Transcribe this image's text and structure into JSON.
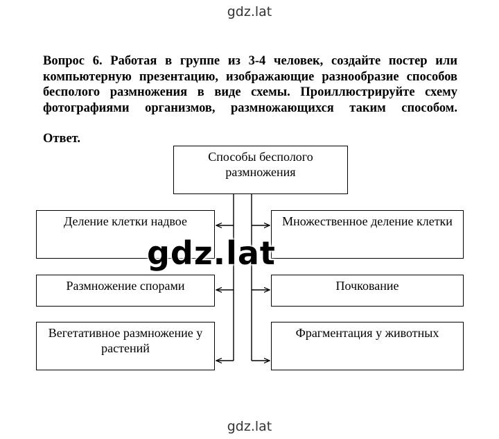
{
  "watermark": {
    "top": "gdz.lat",
    "center": "gdz.lat",
    "bottom": "gdz.lat"
  },
  "question": "Вопрос 6.  Работая в группе из 3-4 человек, создайте постер или компьютерную презентацию, изображающие разнообразие способов бесполого размножения в виде схемы. Проиллюстрируйте схему фотографиями организмов, размножающихся таким способом.",
  "answer_label": "Ответ.",
  "diagram": {
    "root": "Способы бесполого размножения",
    "left": [
      "Деление клетки надвое",
      "Размножение спорами",
      "Вегетативное размножение у растений"
    ],
    "right": [
      "Множественное деление клетки",
      "Почкование",
      "Фрагментация у животных"
    ]
  }
}
